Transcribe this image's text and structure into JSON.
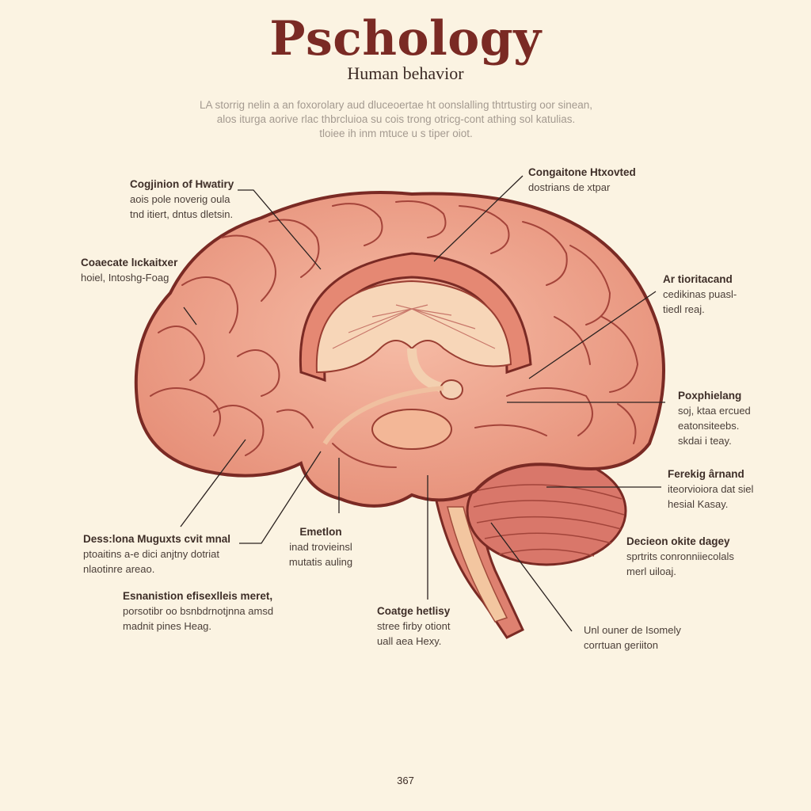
{
  "header": {
    "title": "Pschology",
    "subtitle": "Human behavior",
    "intro": [
      "LA storrig nelin a an foxorolary aud dluceoertae ht oonslalling thtrtustirg oor sinean,",
      "alos iturga aorive rlac thbrcluioa su cois trong otricg-cont athing sol katulias.",
      "tloiee ih inm mtuce u s tiper oiot."
    ]
  },
  "labels": {
    "cognition": {
      "heading": "Cogjinion of Hwatiry",
      "lines": [
        "aois pole noverig oula",
        "tnd itiert, dntus dletsin."
      ]
    },
    "coaecate": {
      "heading": "Coaecate lıckaitxer",
      "lines": [
        "hoiel, Intoshg-Foag"
      ]
    },
    "congaitone": {
      "heading": "Congaitone Htxovted",
      "lines": [
        "dostrians de xtpar"
      ]
    },
    "artioritacand": {
      "heading": "Ar tioritacand",
      "lines": [
        "cedikinas puasl-",
        "tiedl reaj."
      ]
    },
    "poxphielang": {
      "heading": "Poxphielang",
      "lines": [
        "soj, ktaa ercued",
        "eatonsiteebs.",
        "skdai i teay."
      ]
    },
    "ferekig": {
      "heading": "Ferekig ârnand",
      "lines": [
        "iteorvioiora dat siel",
        "hesial Kasay."
      ]
    },
    "decieon": {
      "heading": "Decieon okite dagey",
      "lines": [
        "sprtrits conronniiecolals",
        "merl uiloaj."
      ]
    },
    "dession": {
      "heading": "Dess:lona Muguxts cvit mnal",
      "lines": [
        "ptoaitins a-e dici anjtny dotriat",
        "nlaotinre areao."
      ]
    },
    "emetion": {
      "heading": "Emetlon",
      "lines": [
        "inad trovieinsl",
        "mutatis auling"
      ]
    },
    "estanision": {
      "heading": "Esnanistion efisexlleis meret,",
      "lines": [
        "porsotibr oo bsnbdrnotjnna amsd",
        "madnit pines Heag."
      ]
    },
    "coatge": {
      "heading": "Coatge hetlisy",
      "lines": [
        "stree firby otiont",
        "uall aea Hexy."
      ]
    },
    "unl": {
      "heading": "",
      "lines": [
        "Unl ouner de Isomely",
        "corrtuan geriiton"
      ]
    }
  },
  "footer": {
    "page_number": "367"
  },
  "colors": {
    "title": "#7a2a24",
    "background": "#fbf3e2",
    "brain_fill": "#ec9e86",
    "brain_outline": "#7a2a24"
  }
}
